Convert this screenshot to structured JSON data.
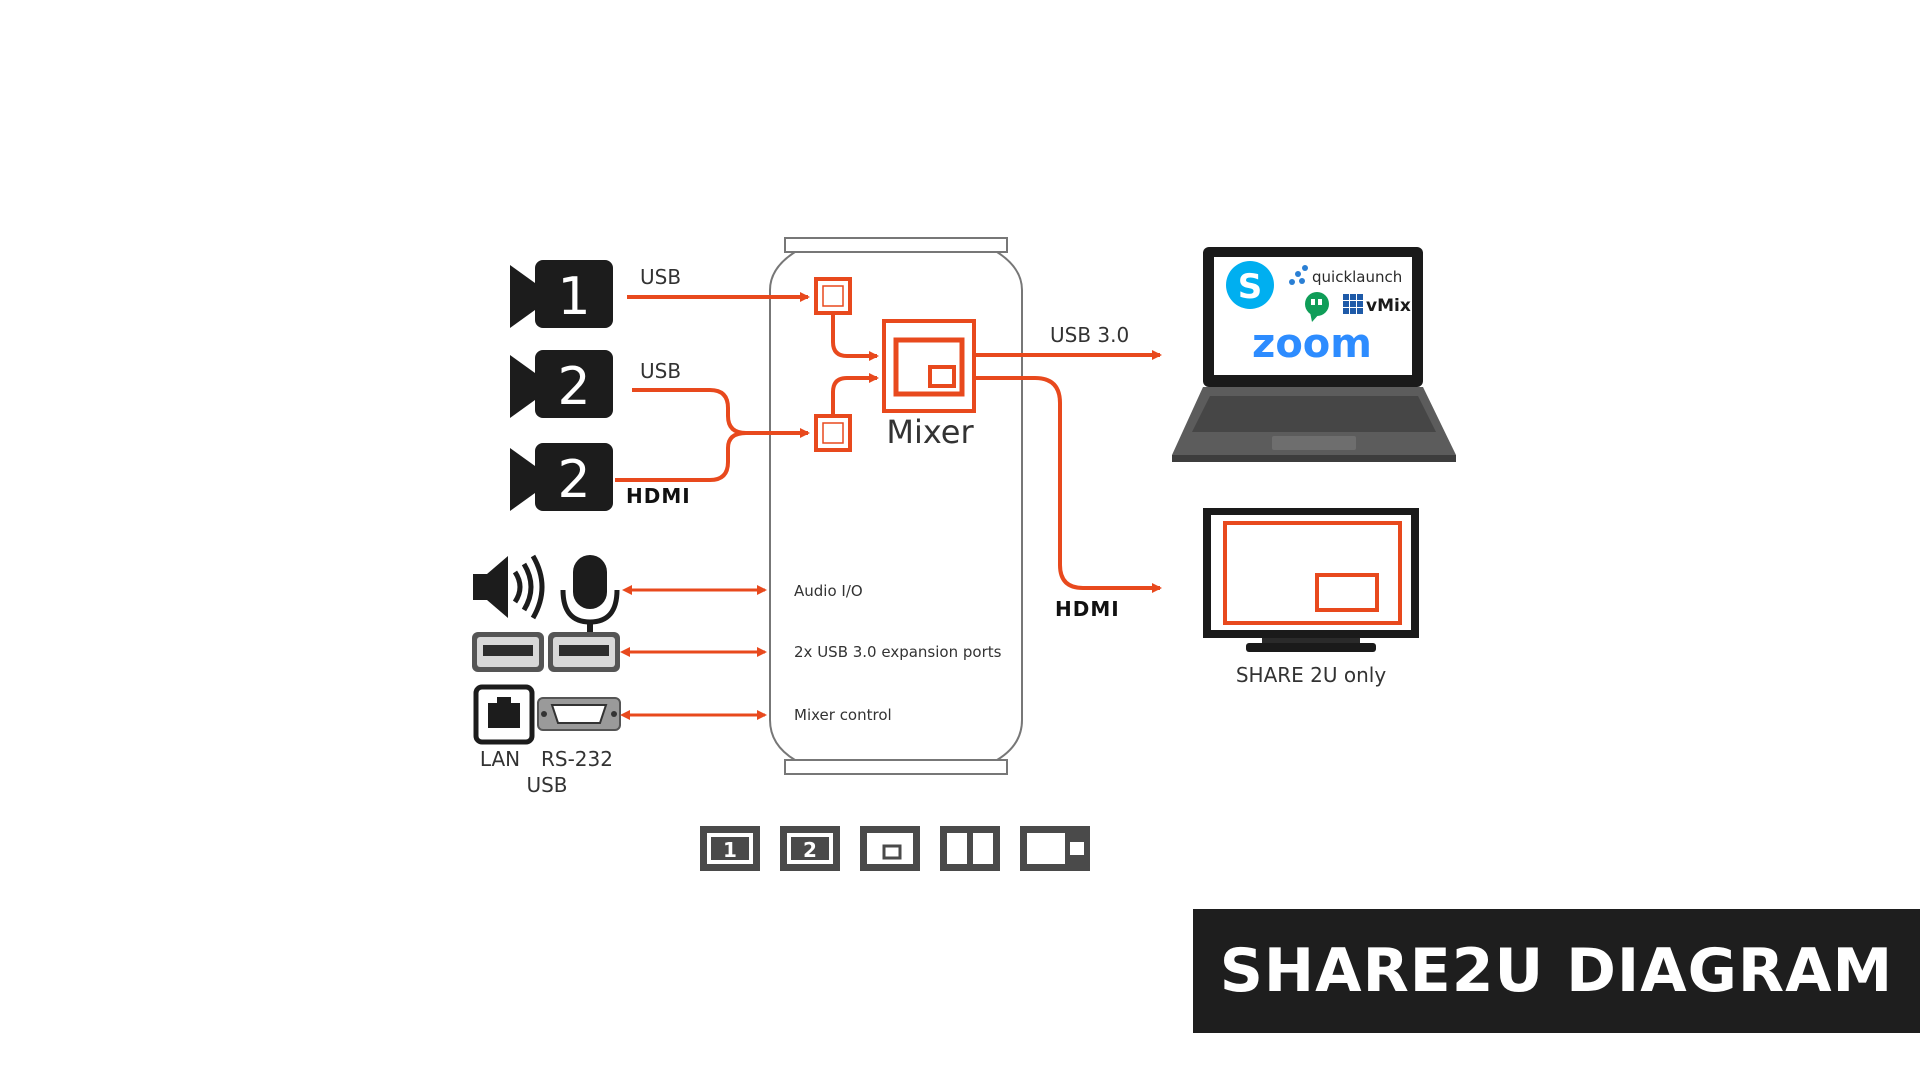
{
  "colors": {
    "accent": "#e8491d",
    "dark": "#1c1c1c",
    "zoom": "#2d8cff",
    "skype": "#00aff0",
    "hangouts": "#0f9d58",
    "vmix": "#1e5aa8"
  },
  "inputs": {
    "camera1": {
      "number": "1",
      "port": "USB"
    },
    "camera2_usb": {
      "number": "2",
      "port": "USB"
    },
    "camera2_hdmi": {
      "number": "2",
      "port": "HDMI"
    }
  },
  "mixer": {
    "label": "Mixer",
    "ports": [
      "Audio I/O",
      "2x USB 3.0 expansion ports",
      "Mixer control"
    ]
  },
  "connectors": {
    "lan": "LAN",
    "rs232": "RS-232",
    "usb": "USB"
  },
  "outputs": {
    "usb3": "USB 3.0",
    "hdmi": "HDMI",
    "monitor_caption": "SHARE 2U only"
  },
  "software": {
    "skype": "S",
    "quicklaunch": "quicklaunch",
    "vmix": "vMix",
    "zoom": "zoom"
  },
  "layout_modes": [
    "1",
    "2"
  ],
  "banner": {
    "title": "SHARE2U DIAGRAM"
  }
}
